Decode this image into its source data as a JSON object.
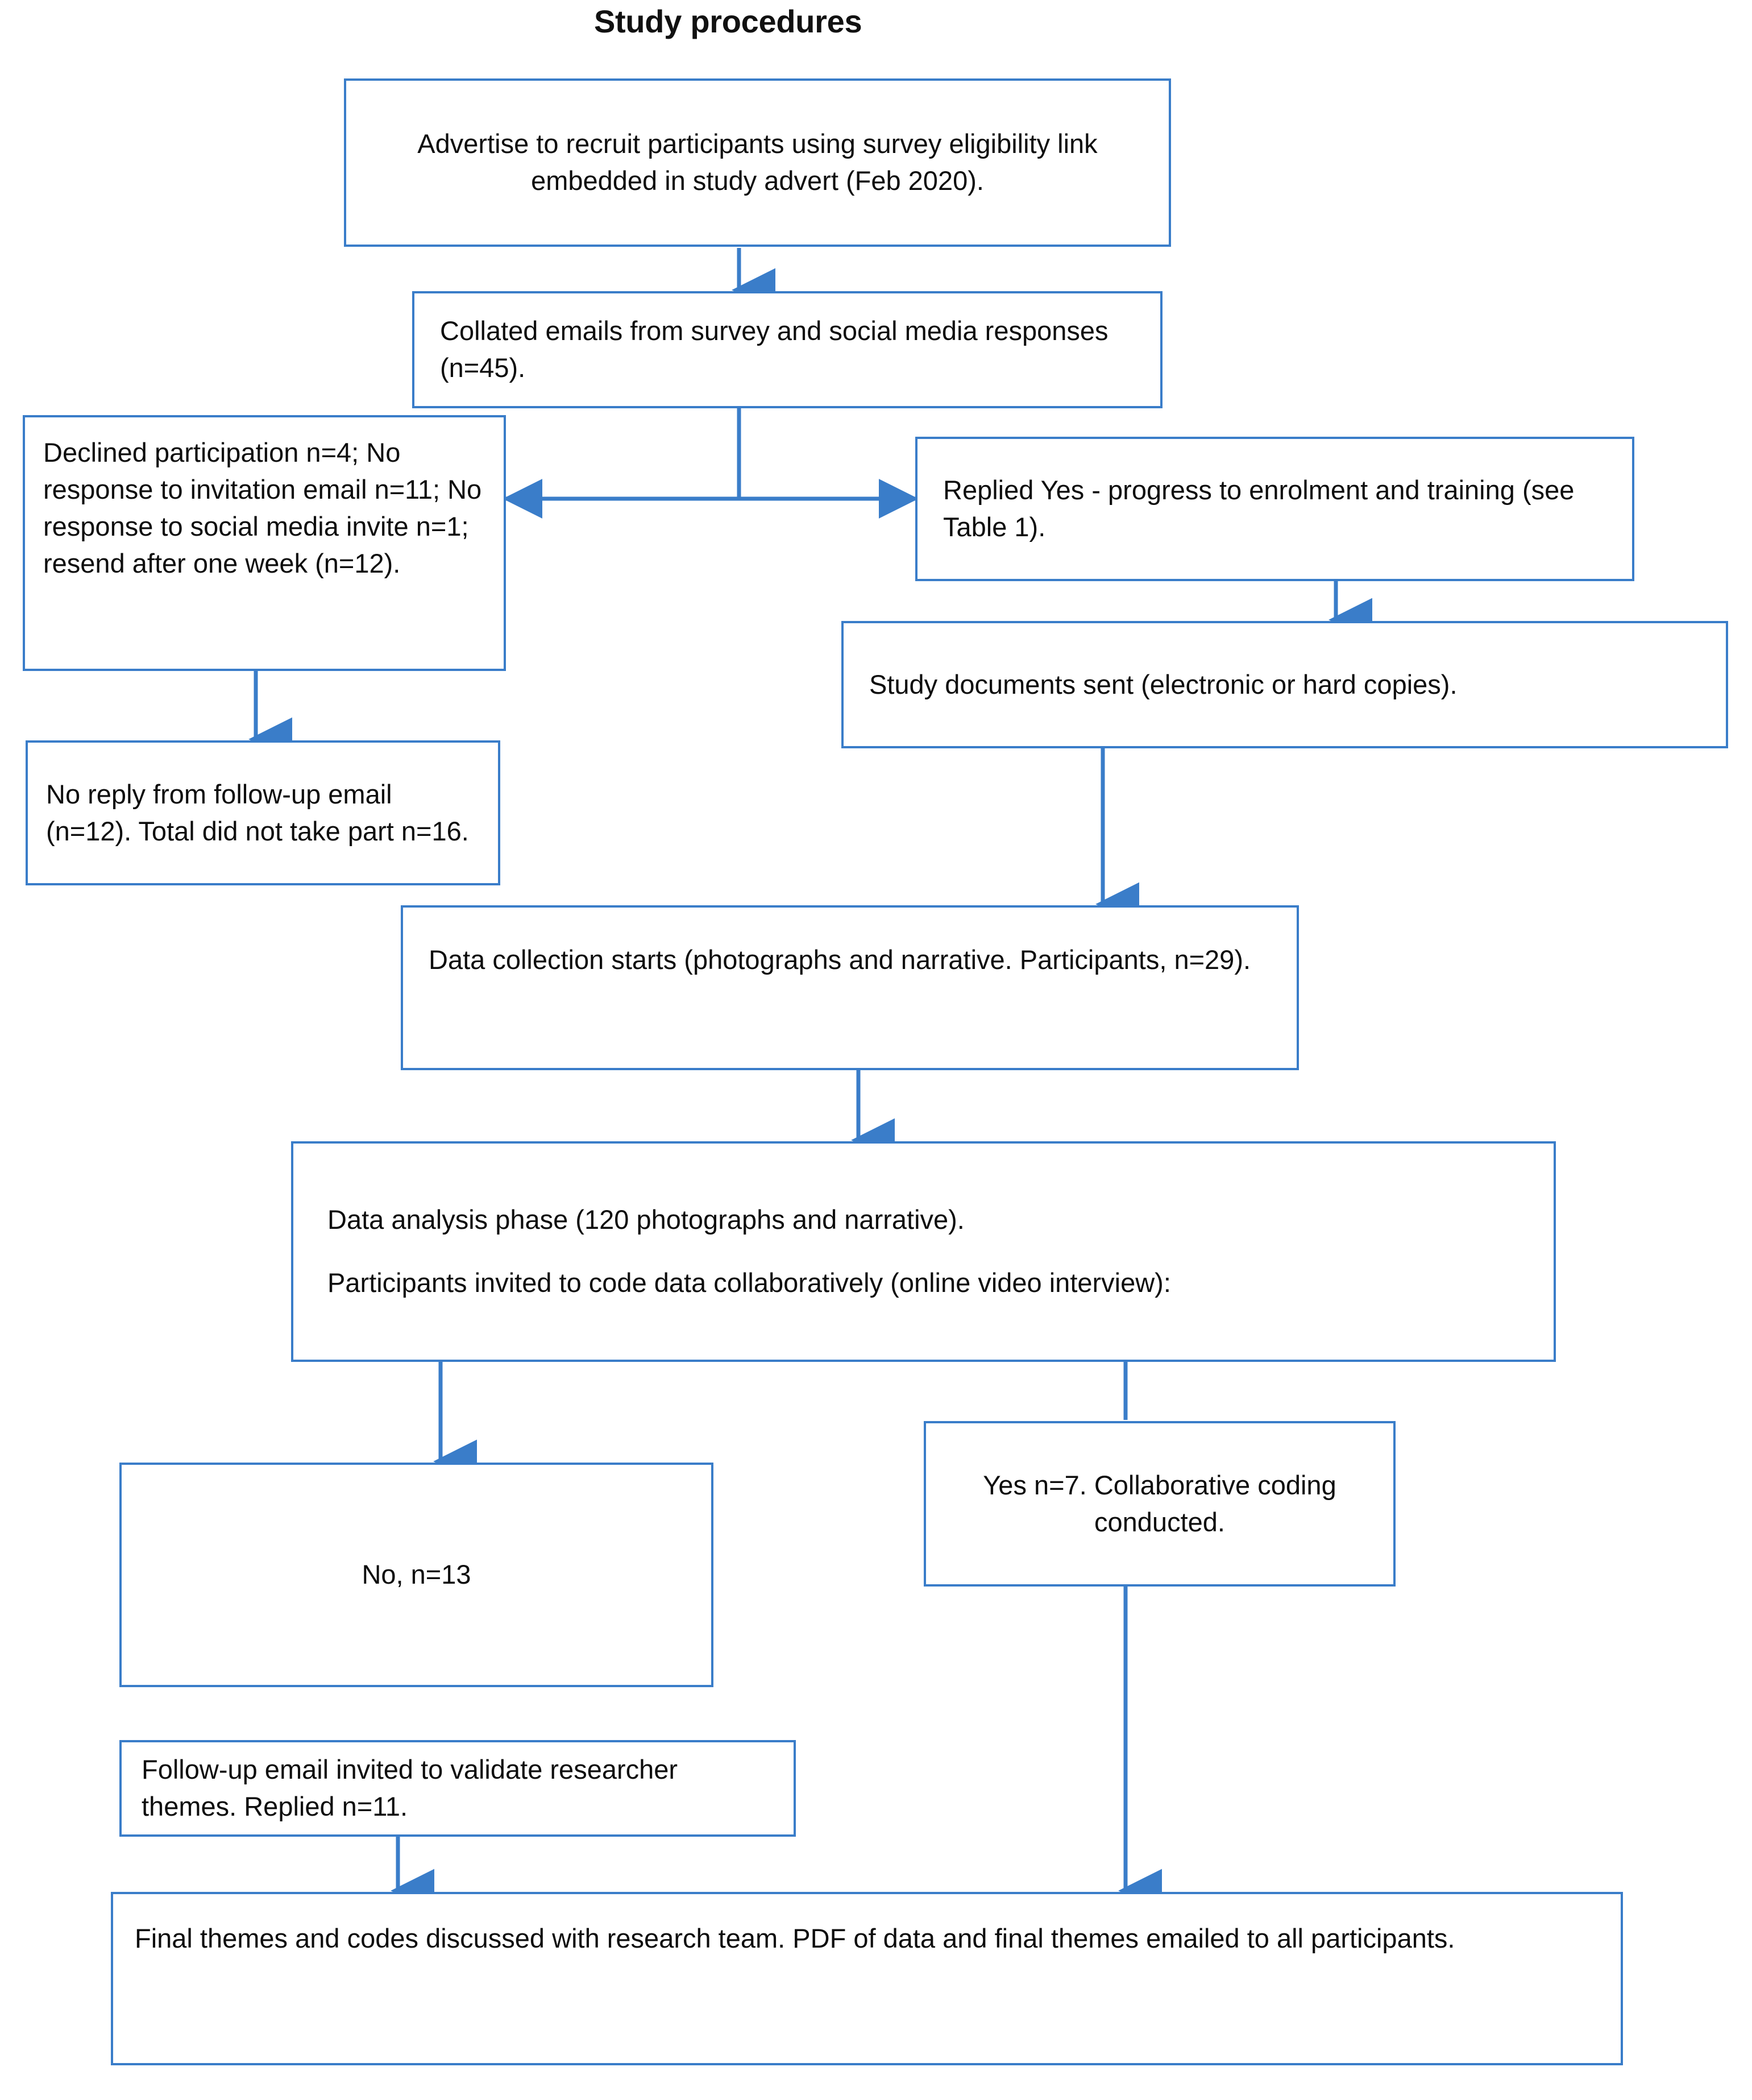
{
  "title": "Study procedures",
  "colors": {
    "box_border": "#3A7DC9",
    "connector": "#3A7DC9",
    "text": "#0d0d0d",
    "background": "#ffffff"
  },
  "nodes": {
    "advertise": {
      "text": "Advertise to recruit participants using survey eligibility link embedded in study advert (Feb 2020)."
    },
    "collated_emails": {
      "text": "Collated emails from survey and social media responses (n=45)."
    },
    "declined": {
      "text": "Declined participation n=4; No response to invitation email n=11; No response to social media invite n=1; resend after one week (n=12)."
    },
    "replied_yes": {
      "text": "Replied Yes - progress to enrolment and training (see Table 1)."
    },
    "documents_sent": {
      "text": "Study documents sent (electronic or hard copies)."
    },
    "no_reply": {
      "text": "No reply from follow-up email (n=12). Total did not take part n=16."
    },
    "data_collection": {
      "text": "Data collection starts (photographs and narrative. Participants, n=29)."
    },
    "data_analysis": {
      "line1": "Data analysis phase (120 photographs and narrative).",
      "line2": "Participants invited to code data collaboratively (online video interview):"
    },
    "no_branch": {
      "text": "No, n=13"
    },
    "yes_branch": {
      "text": "Yes n=7. Collaborative coding conducted."
    },
    "follow_up": {
      "text": "Follow-up email invited to validate researcher themes. Replied n=11."
    },
    "final": {
      "text": "Final themes and codes discussed with research team. PDF of data and final themes emailed to all participants."
    }
  },
  "connectors": [
    {
      "name": "advertise-to-collated",
      "from": "advertise",
      "to": "collated_emails",
      "arrow": "down"
    },
    {
      "name": "collated-split-left",
      "from": "collated_emails",
      "to": "declined",
      "arrow": "left"
    },
    {
      "name": "collated-split-right",
      "from": "collated_emails",
      "to": "replied_yes",
      "arrow": "right"
    },
    {
      "name": "replied-yes-to-documents",
      "from": "replied_yes",
      "to": "documents_sent",
      "arrow": "down"
    },
    {
      "name": "declined-to-no-reply",
      "from": "declined",
      "to": "no_reply",
      "arrow": "down"
    },
    {
      "name": "documents-to-data-collection",
      "from": "documents_sent",
      "to": "data_collection",
      "arrow": "down"
    },
    {
      "name": "data-collection-to-analysis",
      "from": "data_collection",
      "to": "data_analysis",
      "arrow": "down"
    },
    {
      "name": "analysis-to-no",
      "from": "data_analysis",
      "to": "no_branch",
      "arrow": "down"
    },
    {
      "name": "analysis-to-yes",
      "from": "data_analysis",
      "to": "yes_branch",
      "arrow": "none"
    },
    {
      "name": "follow-up-to-final",
      "from": "follow_up",
      "to": "final",
      "arrow": "down"
    },
    {
      "name": "yes-to-final",
      "from": "yes_branch",
      "to": "final",
      "arrow": "down"
    }
  ]
}
